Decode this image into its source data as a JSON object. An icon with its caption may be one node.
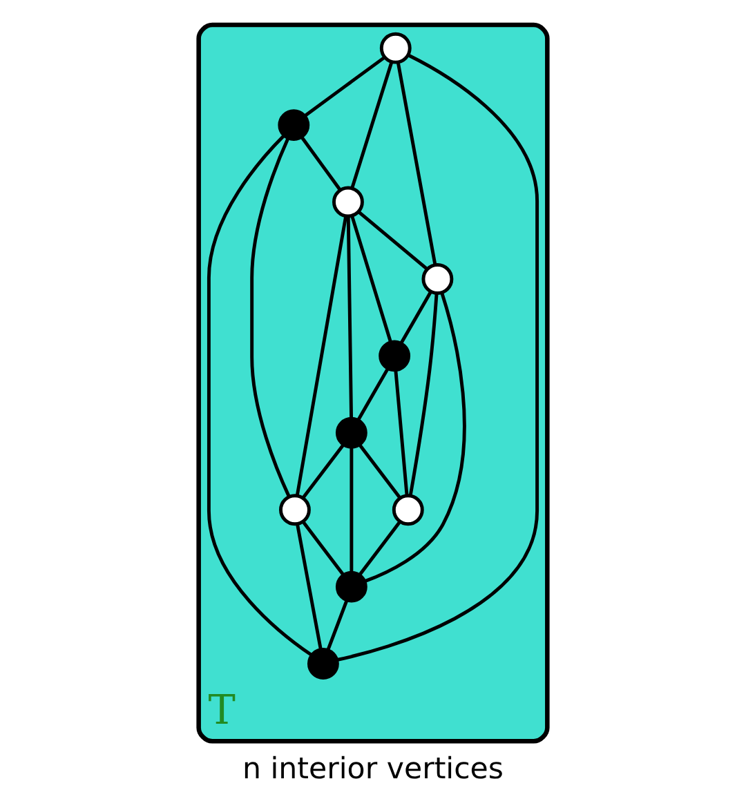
{
  "diagram": {
    "caption": "n interior vertices",
    "nodes": [
      {
        "text": [
          "T"
        ]
      },
      {
        "text": [],
        "shape": "circle",
        "in": 0
      },
      {
        "text": [],
        "shape": "circle",
        "in": 0
      },
      {
        "text": [],
        "shape": "circle",
        "in": 0
      },
      {
        "text": [],
        "shape": "circle",
        "in": 0
      },
      {
        "text": [],
        "shape": "circle",
        "in": 0
      },
      {
        "text": [],
        "shape": "circle",
        "in": 0
      },
      {
        "text": [],
        "shape": "circle",
        "in": 0
      },
      {
        "text": [],
        "shape": "circle",
        "in": 0
      },
      {
        "text": [],
        "shape": "circle",
        "in": 0
      },
      {
        "text": [],
        "shape": "circle",
        "in": 0
      }
    ],
    "edges": [
      {
        "from": 1,
        "to": 5,
        "arrow": "none"
      },
      {
        "from": 1,
        "to": 3,
        "arrow": "none"
      },
      {
        "from": 1,
        "to": 2,
        "arrow": "none"
      },
      {
        "from": 1,
        "to": 4,
        "arrow": "none"
      },
      {
        "from": 2,
        "to": 3,
        "arrow": "none"
      },
      {
        "from": 2,
        "to": 7,
        "arrow": "none"
      },
      {
        "from": 2,
        "to": 4,
        "arrow": "none"
      },
      {
        "from": 3,
        "to": 5,
        "arrow": "none"
      },
      {
        "from": 3,
        "to": 6,
        "arrow": "none"
      },
      {
        "from": 3,
        "to": 8,
        "arrow": "none"
      },
      {
        "from": 3,
        "to": 7,
        "arrow": "none"
      },
      {
        "from": 5,
        "to": 6,
        "arrow": "none"
      },
      {
        "from": 5,
        "to": 9,
        "arrow": "none"
      },
      {
        "from": 5,
        "to": 10,
        "arrow": "none"
      },
      {
        "from": 6,
        "to": 8,
        "arrow": "none"
      },
      {
        "from": 6,
        "to": 9,
        "arrow": "none"
      },
      {
        "from": 8,
        "to": 9,
        "arrow": "none"
      },
      {
        "from": 8,
        "to": 7,
        "arrow": "none"
      },
      {
        "from": 8,
        "to": 10,
        "arrow": "none"
      },
      {
        "from": 7,
        "to": 10,
        "arrow": "none"
      },
      {
        "from": 7,
        "to": 4,
        "arrow": "none"
      },
      {
        "from": 9,
        "to": 10,
        "arrow": "none"
      },
      {
        "from": 10,
        "to": 4,
        "arrow": "none"
      }
    ]
  }
}
